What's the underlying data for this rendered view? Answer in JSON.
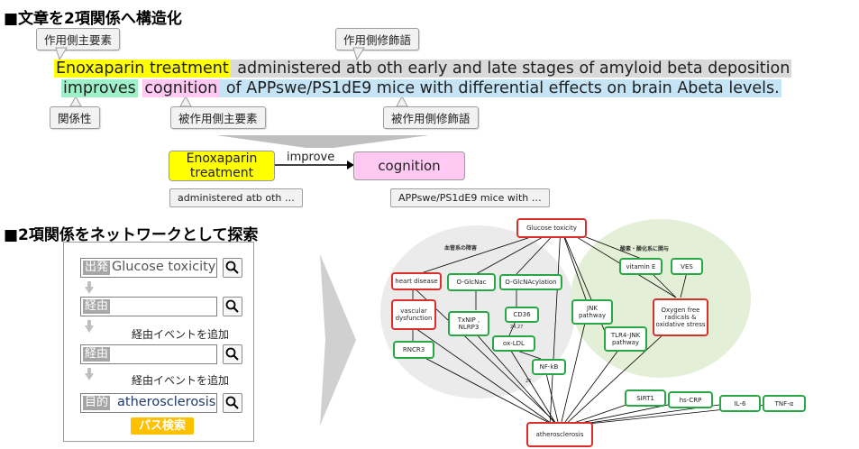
{
  "section1": {
    "title": "■文章を2項関係へ構造化"
  },
  "callouts": {
    "subject_main": "作用側主要素",
    "subject_mod": "作用側修飾語",
    "relation": "関係性",
    "object_main": "被作用側主要素",
    "object_mod": "被作用側修飾語"
  },
  "sentence": {
    "subject": "Enoxaparin treatment",
    "subject_mod": " administered atb oth early and late stages of amyloid beta deposition",
    "relation": "improves",
    "object": "cognition",
    "object_mod": " of APPswe/PS1dE9 mice with differential effects on brain Abeta levels."
  },
  "structured": {
    "subject_node": "Enoxaparin treatment",
    "relation": "improve",
    "object_node": "cognition",
    "subject_mod": "administered atb oth …",
    "object_mod": "APPswe/PS1dE9 mice with …"
  },
  "section2": {
    "title": "■2項関係をネットワークとして探索"
  },
  "search": {
    "start_tag": "出発",
    "start_value": "Glucose toxicity",
    "via_tag": "経由",
    "add_event": "経由イベントを追加",
    "goal_tag": "目的",
    "goal_value": "atherosclerosis",
    "search_button": "パス検索"
  },
  "network": {
    "cluster_left": "血管系の障害",
    "cluster_right": "酸素・酸化系に関与",
    "nodes": {
      "glucose": "Glucose toxicity",
      "heart": "heart disease",
      "vascular": "vascular dysfunction",
      "rncr3": "RNCR3",
      "oglcnac": "O-GlcNac",
      "txnip": "TxNIP , NLRP3",
      "oglcnacylation": "O-GlcNAcylation",
      "cd36": "CD36",
      "oxldl": "ox-LDL",
      "nfkb": "NF-kB",
      "jnk": "JNK pathway",
      "tlr4": "TLR4-JNK pathway",
      "vitamine": "vitamin E",
      "ves": "VES",
      "oxygen": "Oxygen free radicals & oxidative stress",
      "sirt1": "SIRT1",
      "hscrp": "hs-CRP",
      "il6": "IL-6",
      "tnfa": "TNF-α",
      "athero": "atherosclerosis"
    },
    "edge_labels": {
      "e1": "24,27",
      "e2": "26"
    }
  },
  "colors": {
    "subject_highlight": "#ffff00",
    "subject_mod_highlight": "#d9d9d9",
    "relation_highlight": "#9ef0c8",
    "object_highlight": "#ffc9f4",
    "object_mod_highlight": "#c5e4f5",
    "node_green": "#28a745",
    "node_red": "#d9302c",
    "search_button": "#ffc000"
  }
}
